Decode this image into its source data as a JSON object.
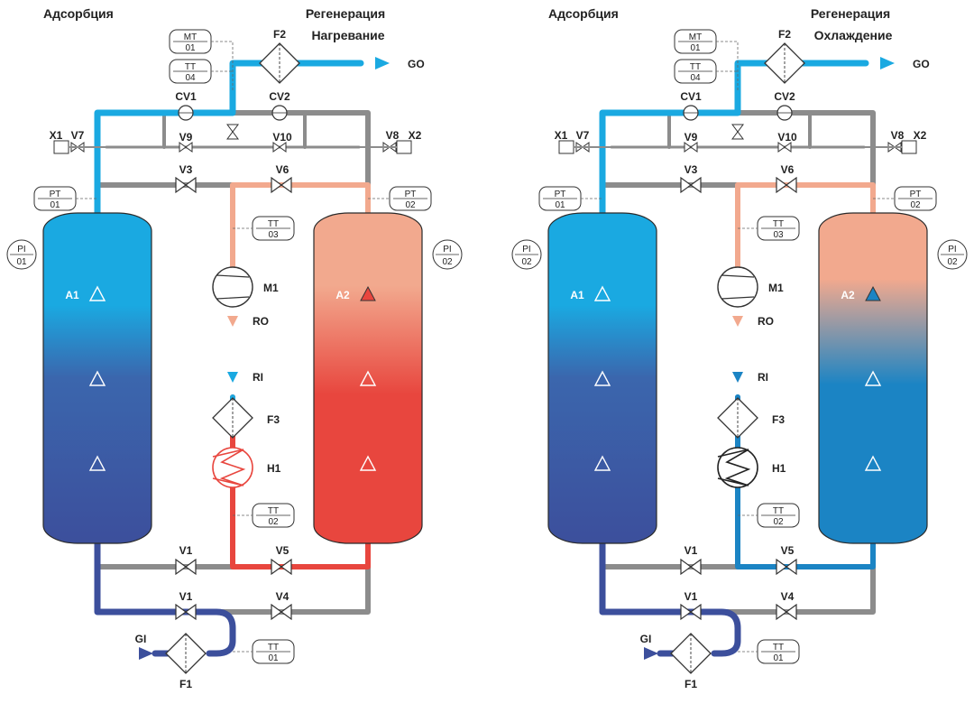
{
  "colors": {
    "cyan": "#1aa9e1",
    "navy": "#3c4f9c",
    "salmon": "#f2a98e",
    "red": "#e8463e",
    "gray": "#8c8c8c",
    "teal": "#1b84c4"
  },
  "panels": [
    {
      "header_left": "Адсорбция",
      "header_right_1": "Регенерация",
      "header_right_2": "Нагревание",
      "mode": "heating",
      "tags": {
        "mt": [
          "MT",
          "01"
        ],
        "tt04": [
          "TT",
          "04"
        ],
        "pt01": [
          "PT",
          "01"
        ],
        "pt02": [
          "PT",
          "02"
        ],
        "tt03": [
          "TT",
          "03"
        ],
        "pi_left": [
          "PI",
          "01"
        ],
        "pi_right": [
          "PI",
          "02"
        ],
        "tt02": [
          "TT",
          "02"
        ],
        "tt01": [
          "TT",
          "01"
        ]
      },
      "valves": {
        "cv1": "CV1",
        "cv2": "CV2",
        "v9": "V9",
        "v10": "V10",
        "v3": "V3",
        "v6": "V6",
        "v1a": "V1",
        "v5": "V5",
        "v1b": "V1",
        "v4": "V4",
        "v7": "V7",
        "v8": "V8"
      },
      "x1": "X1",
      "x2": "X2",
      "f2": "F2",
      "go": "GO",
      "a1": "A1",
      "a2": "A2",
      "m1": "M1",
      "ro": "RO",
      "ri": "RI",
      "f3": "F3",
      "h1": "H1",
      "gi": "GI",
      "f1": "F1"
    },
    {
      "header_left": "Адсорбция",
      "header_right_1": "Регенерация",
      "header_right_2": "Охлаждение",
      "mode": "cooling",
      "tags": {
        "mt": [
          "MT",
          "01"
        ],
        "tt04": [
          "TT",
          "04"
        ],
        "pt01": [
          "PT",
          "01"
        ],
        "pt02": [
          "PT",
          "02"
        ],
        "tt03": [
          "TT",
          "03"
        ],
        "pi_left": [
          "PI",
          "02"
        ],
        "pi_right": [
          "PI",
          "02"
        ],
        "tt02": [
          "TT",
          "02"
        ],
        "tt01": [
          "TT",
          "01"
        ]
      },
      "valves": {
        "cv1": "CV1",
        "cv2": "CV2",
        "v9": "V9",
        "v10": "V10",
        "v3": "V3",
        "v6": "V6",
        "v1a": "V1",
        "v5": "V5",
        "v1b": "V1",
        "v4": "V4",
        "v7": "V7",
        "v8": "V8"
      },
      "x1": "X1",
      "x2": "X2",
      "f2": "F2",
      "go": "GO",
      "a1": "A1",
      "a2": "A2",
      "m1": "M1",
      "ro": "RO",
      "ri": "RI",
      "f3": "F3",
      "h1": "H1",
      "gi": "GI",
      "f1": "F1"
    }
  ]
}
